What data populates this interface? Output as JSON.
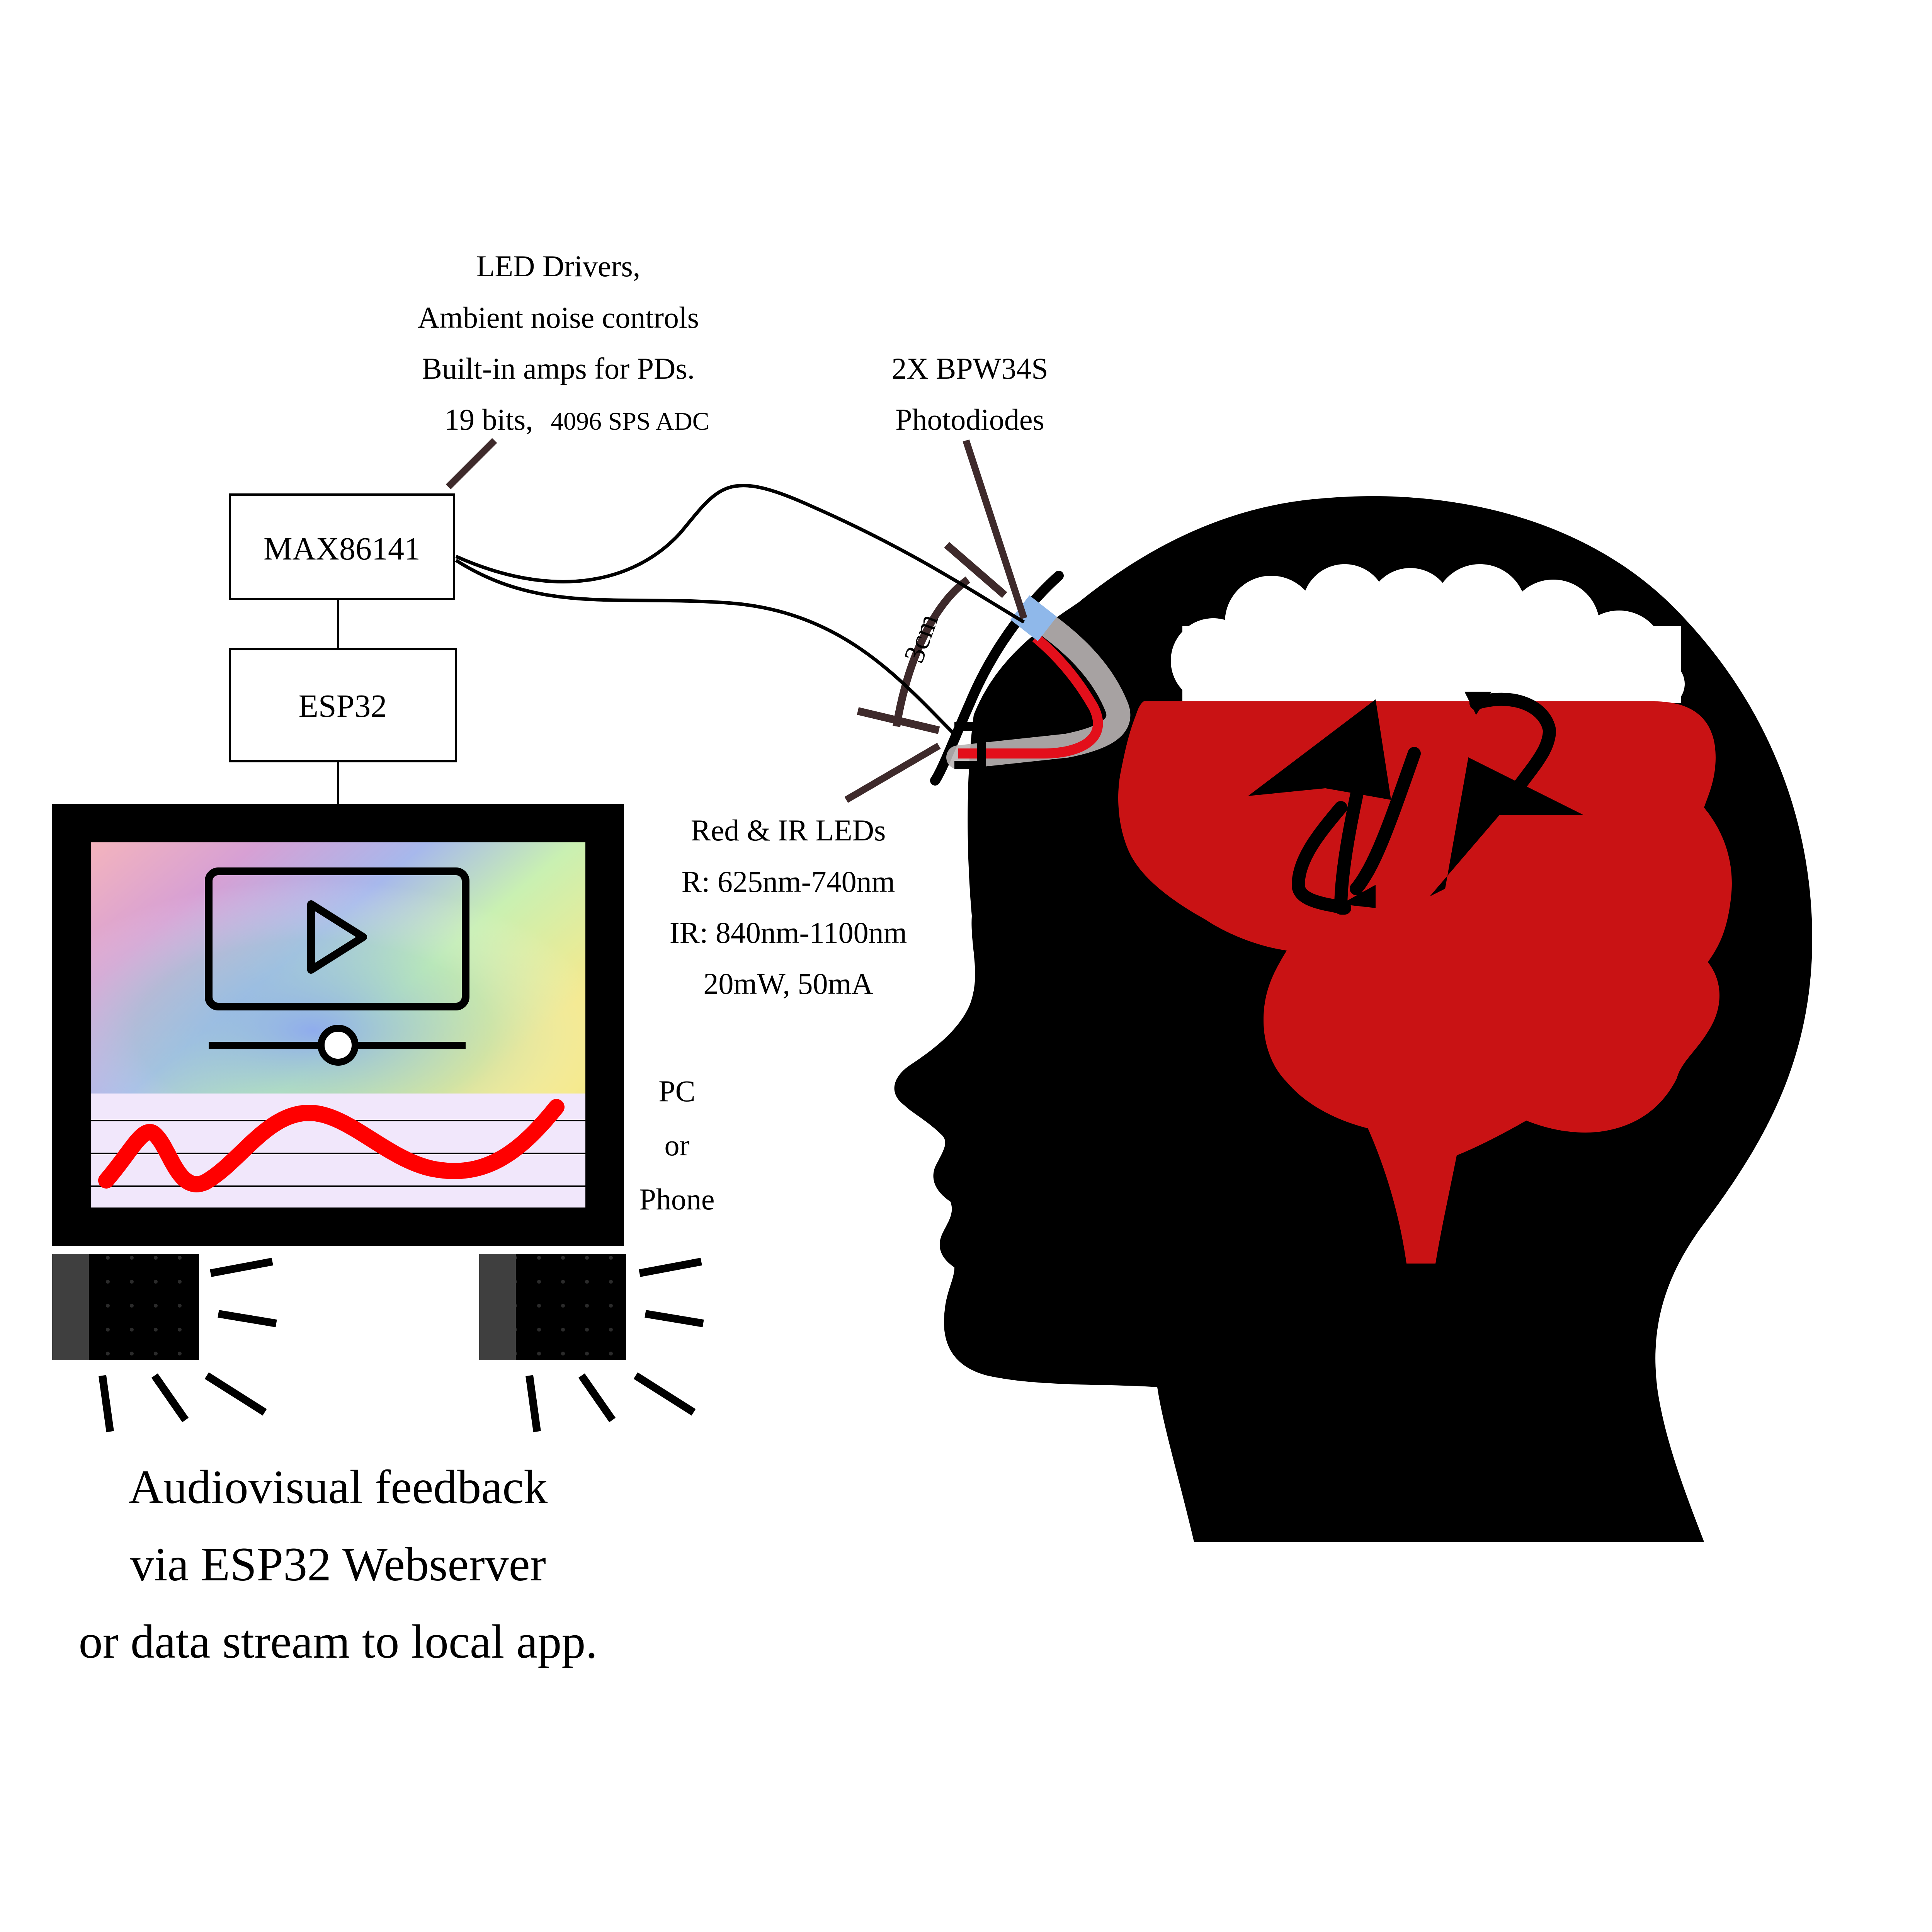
{
  "max_box": {
    "label": "MAX86141"
  },
  "esp_box": {
    "label": "ESP32"
  },
  "max_note": {
    "line1": "LED Drivers,",
    "line2": "Ambient noise controls",
    "line3": "Built-in amps for PDs.",
    "line4a": "19 bits,",
    "line4b": "4096 SPS ADC"
  },
  "photodiode_note": {
    "line1": "2X BPW34S",
    "line2": "Photodiodes"
  },
  "led_note": {
    "line1": "Red & IR LEDs",
    "line2": "R: 625nm-740nm",
    "line3": "IR: 840nm-1100nm",
    "line4": "20mW, 50mA"
  },
  "distance_label": "3cm",
  "device_label": {
    "line1": "PC",
    "line2": "or",
    "line3": "Phone"
  },
  "caption": {
    "line1": "Audiovisual feedback",
    "line2": "via ESP32 Webserver",
    "line3": "or data stream to local app."
  },
  "colors": {
    "brain": "#c91214",
    "head": "#000000",
    "leader": "#3e2a2b",
    "sensor_blue": "#8fb8ea",
    "wave": "#ff0000"
  },
  "icons": [
    "video-player-icon",
    "play-icon",
    "speaker-icon",
    "sound-wave-icon",
    "circulation-arrows-icon"
  ]
}
